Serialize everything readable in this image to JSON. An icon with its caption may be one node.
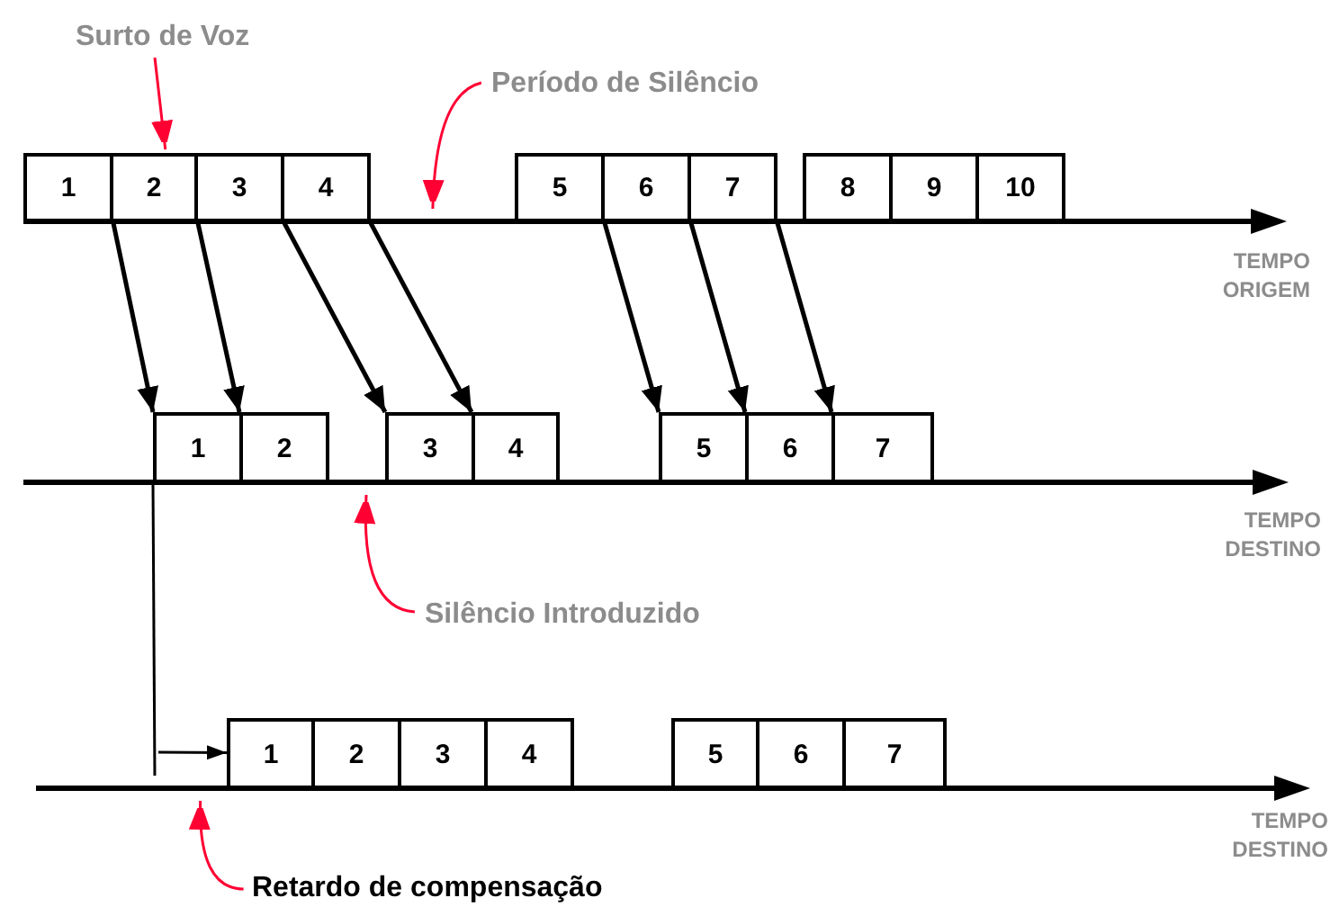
{
  "diagram": {
    "nodes": [
      {
        "text": [
          "Surto de Voz"
        ]
      },
      {
        "text": [
          "Período de Silêncio"
        ]
      },
      {
        "text": [
          "1"
        ]
      },
      {
        "text": [
          "2"
        ]
      },
      {
        "text": [
          "3"
        ]
      },
      {
        "text": [
          "4"
        ]
      },
      {
        "text": [
          "5"
        ]
      },
      {
        "text": [
          "6"
        ]
      },
      {
        "text": [
          "7"
        ]
      },
      {
        "text": [
          "8"
        ]
      },
      {
        "text": [
          "9"
        ]
      },
      {
        "text": [
          "10"
        ]
      },
      {
        "text": [
          "1"
        ]
      },
      {
        "text": [
          "2"
        ]
      },
      {
        "text": [
          "3"
        ]
      },
      {
        "text": [
          "4"
        ]
      },
      {
        "text": [
          "5"
        ]
      },
      {
        "text": [
          "6"
        ]
      },
      {
        "text": [
          "7"
        ]
      },
      {
        "text": [
          "Silêncio Introduzido"
        ]
      },
      {
        "text": [
          "1"
        ]
      },
      {
        "text": [
          "2"
        ]
      },
      {
        "text": [
          "3"
        ]
      },
      {
        "text": [
          "4"
        ]
      },
      {
        "text": [
          "5"
        ]
      },
      {
        "text": [
          "6"
        ]
      },
      {
        "text": [
          "7"
        ]
      },
      {
        "text": [
          "Retardo de compensação"
        ]
      },
      {
        "text": [],
        "shape": "line",
        "beside": [
          "TEMPO ORIGEM"
        ]
      },
      {
        "text": [],
        "shape": "line",
        "beside": [
          "TEMPO DESTINO"
        ]
      },
      {
        "text": [],
        "shape": "line",
        "beside": [
          "TEMPO DESTINO"
        ]
      }
    ],
    "edges": [
      {
        "from": 2,
        "to": 12,
        "arrow": "to"
      },
      {
        "from": 3,
        "to": 13,
        "arrow": "to"
      },
      {
        "from": 4,
        "to": 14,
        "arrow": "to"
      },
      {
        "from": 5,
        "to": 15,
        "arrow": "to"
      },
      {
        "from": 6,
        "to": 16,
        "arrow": "to"
      },
      {
        "from": 7,
        "to": 17,
        "arrow": "to"
      },
      {
        "from": 8,
        "to": 18,
        "arrow": "to"
      },
      {
        "from": 0,
        "to": 3,
        "arrow": "to",
        "color": "#ff0033"
      },
      {
        "from": 1,
        "to": 28,
        "arrow": "to",
        "color": "#ff0033"
      },
      {
        "from": 19,
        "to": 29,
        "arrow": "to",
        "color": "#ff0033"
      },
      {
        "from": 27,
        "to": 30,
        "arrow": "to",
        "color": "#ff0033"
      },
      {
        "from": null,
        "to": 20,
        "arrow": "to"
      },
      {
        "from": 12,
        "to": 30,
        "arrow": "none"
      }
    ]
  }
}
